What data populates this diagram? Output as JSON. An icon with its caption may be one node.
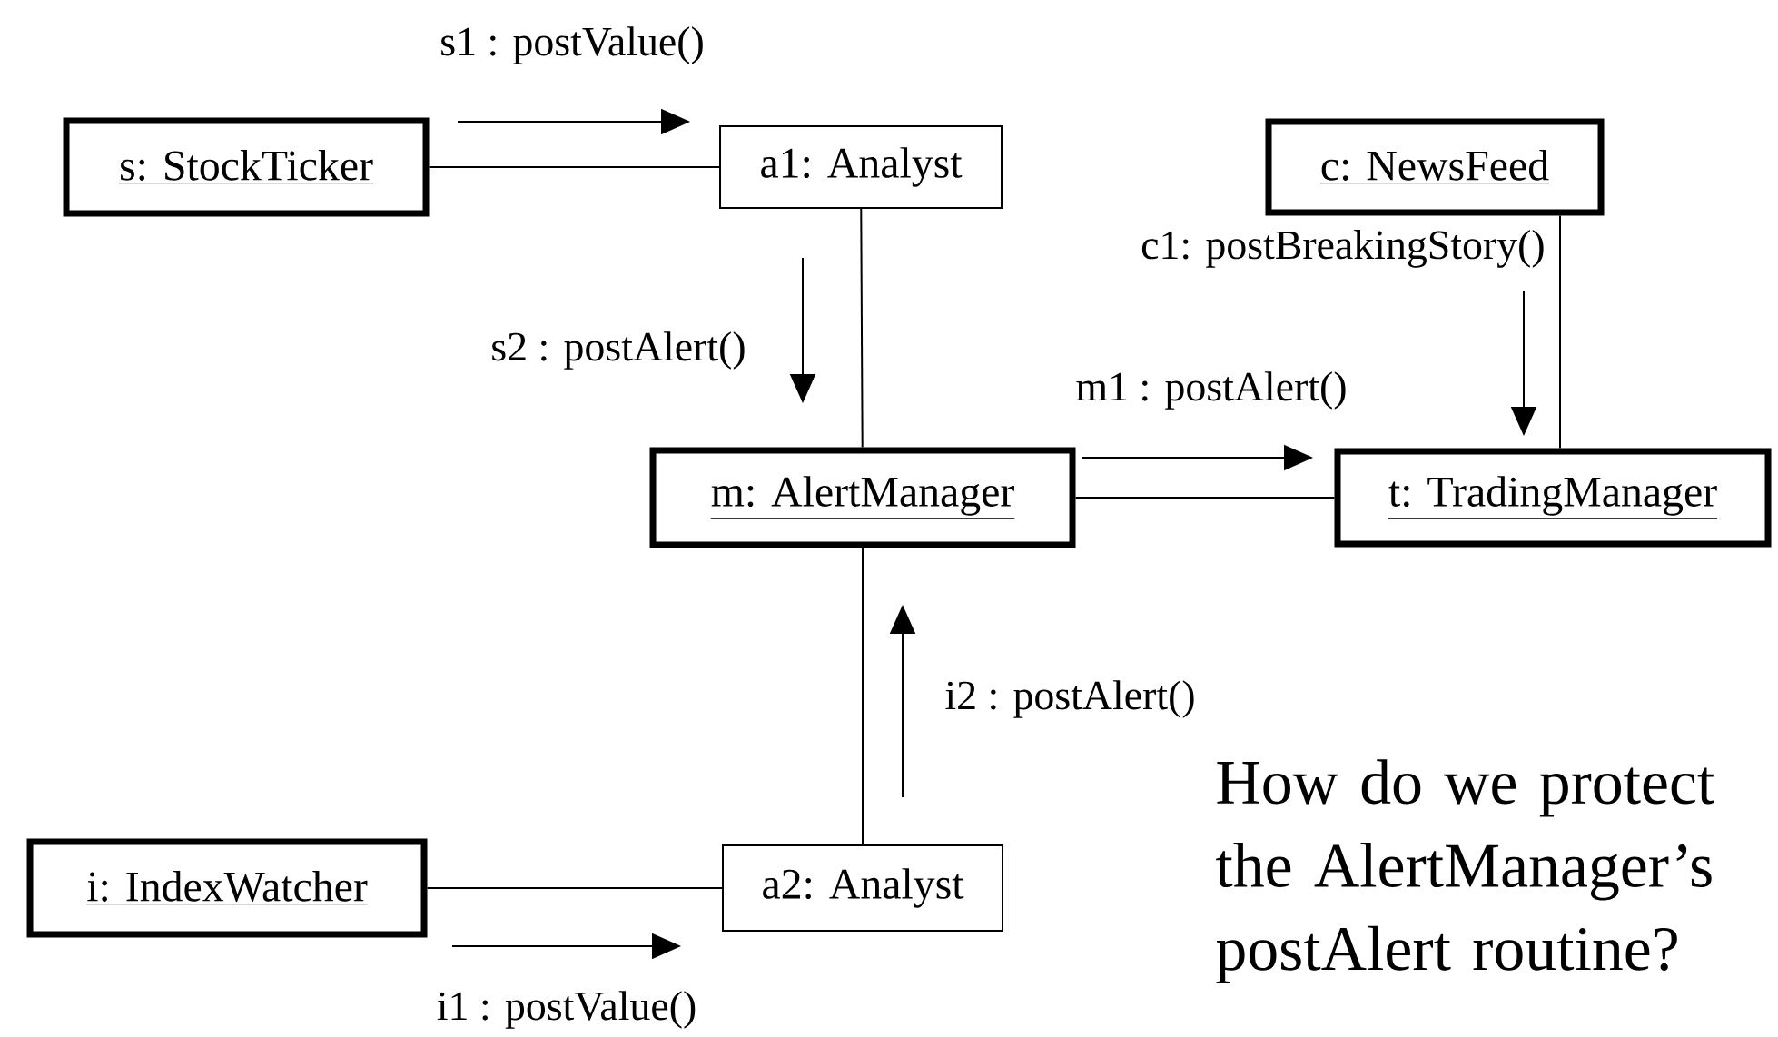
{
  "diagram": {
    "nodes": [
      {
        "text": [
          "s: StockTicker"
        ]
      },
      {
        "text": [
          "a1: Analyst"
        ]
      },
      {
        "text": [
          "c: NewsFeed"
        ]
      },
      {
        "text": [
          "m: AlertManager"
        ]
      },
      {
        "text": [
          "t: TradingManager"
        ]
      },
      {
        "text": [
          "i: IndexWatcher"
        ]
      },
      {
        "text": [
          "a2: Analyst"
        ]
      }
    ],
    "edges": [
      {
        "from": 0,
        "to": 1,
        "arrow": "none",
        "label": "s1 : postValue()"
      },
      {
        "from": 1,
        "to": 3,
        "arrow": "none",
        "label": "s2 : postAlert()"
      },
      {
        "from": 2,
        "to": 4,
        "arrow": "none",
        "label": "c1: postBreakingStory()"
      },
      {
        "from": 3,
        "to": 4,
        "arrow": "none",
        "label": "m1 : postAlert()"
      },
      {
        "from": 6,
        "to": 3,
        "arrow": "none",
        "label": "i2 : postAlert()"
      },
      {
        "from": 5,
        "to": 6,
        "arrow": "none",
        "label": "i1 : postValue()"
      }
    ],
    "labels": [
      "How do we protect the AlertManager’s postAlert routine?"
    ]
  }
}
